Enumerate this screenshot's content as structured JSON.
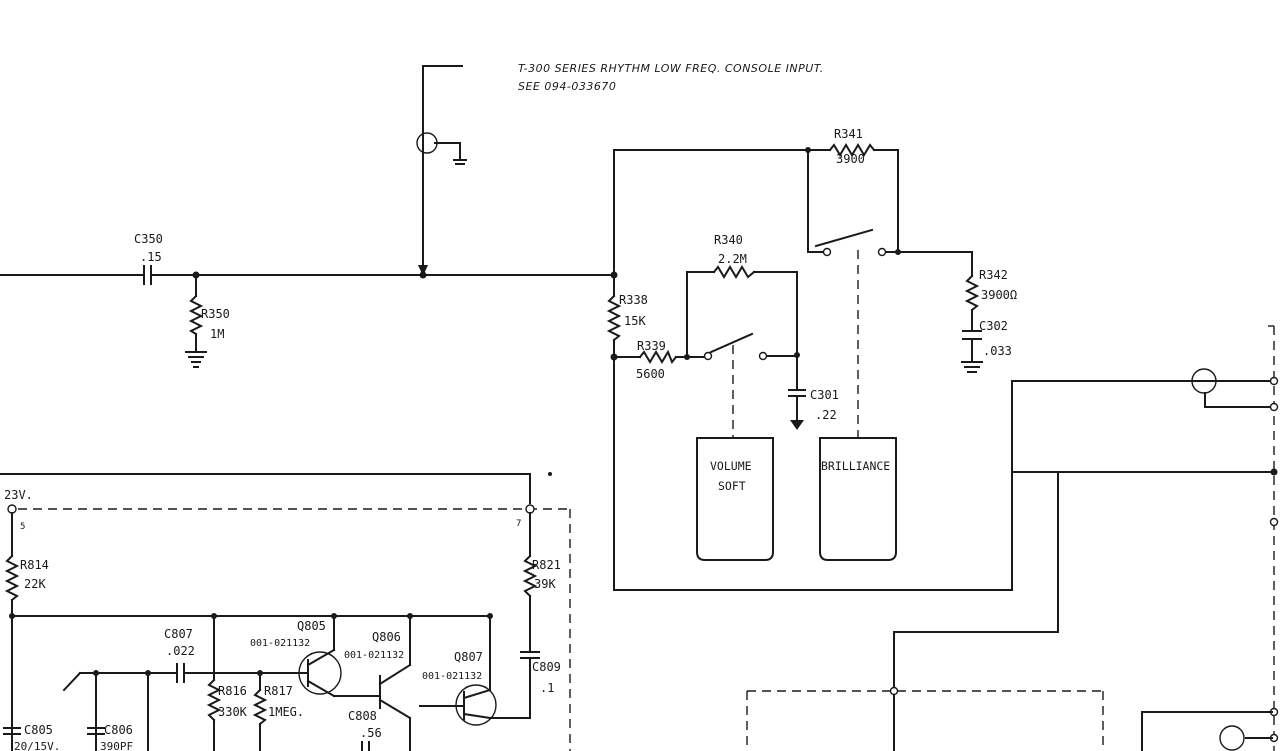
{
  "note": {
    "line1": "T-300 SERIES RHYTHM LOW FREQ. CONSOLE INPUT.",
    "line2": "SEE 094-033670"
  },
  "components": {
    "c350": {
      "ref": "C350",
      "value": ".15"
    },
    "r350": {
      "ref": "R350",
      "value": "1M"
    },
    "r341": {
      "ref": "R341",
      "value": "3900"
    },
    "r340": {
      "ref": "R340",
      "value": "2.2M"
    },
    "r338": {
      "ref": "R338",
      "value": "15K"
    },
    "r339": {
      "ref": "R339",
      "value": "5600"
    },
    "r342": {
      "ref": "R342",
      "value": "3900Ω"
    },
    "c302": {
      "ref": "C302",
      "value": ".033"
    },
    "c301": {
      "ref": "C301",
      "value": ".22"
    },
    "r814": {
      "ref": "R814",
      "value": "22K"
    },
    "r821": {
      "ref": "R821",
      "value": "39K"
    },
    "c809": {
      "ref": "C809",
      "value": ".1"
    },
    "c807": {
      "ref": "C807",
      "value": ".022"
    },
    "q805": {
      "ref": "Q805",
      "value": "001-021132"
    },
    "q806": {
      "ref": "Q806",
      "value": "001-021132"
    },
    "q807": {
      "ref": "Q807",
      "value": "001-021132"
    },
    "r816": {
      "ref": "R816",
      "value": "330K"
    },
    "r817": {
      "ref": "R817",
      "value": "1MEG."
    },
    "c808": {
      "ref": "C808",
      "value": ".56"
    },
    "c805": {
      "ref": "C805",
      "value": "20/15V."
    },
    "c806": {
      "ref": "C806",
      "value": "390PF"
    }
  },
  "supply": {
    "label": "23V.",
    "pin_left": "5",
    "pin_right": "7"
  },
  "buttons": {
    "volume": {
      "line1": "VOLUME",
      "line2": "SOFT"
    },
    "brilliance": {
      "line1": "BRILLIANCE"
    }
  }
}
